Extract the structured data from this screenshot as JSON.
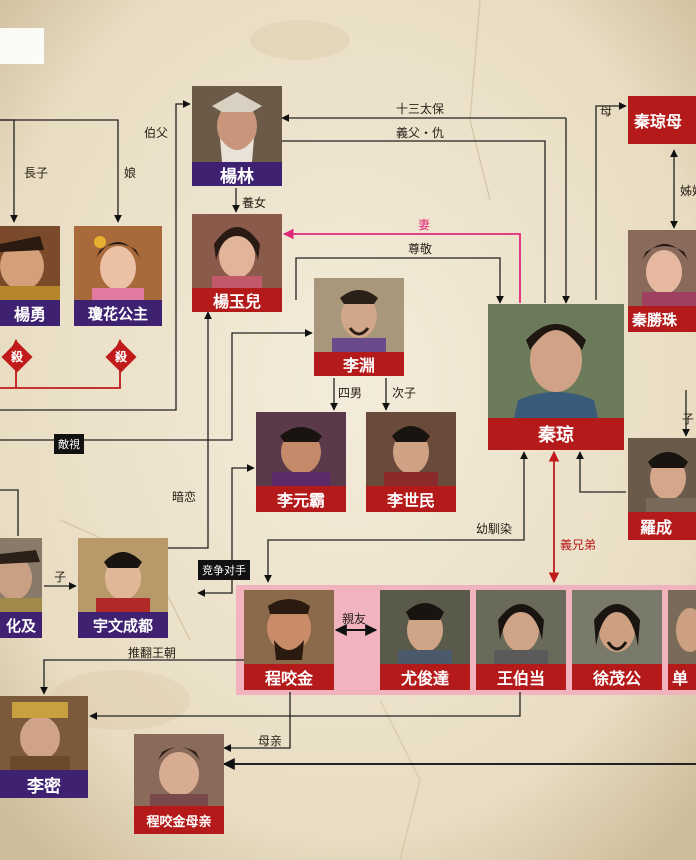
{
  "characters": {
    "yang_lin": "楊林",
    "yang_yu_er": "楊玉兒",
    "yang_yong": "楊勇",
    "qionghua": "瓊花公主",
    "li_yuan": "李淵",
    "qin_qiong": "秦琼",
    "qin_qiong_mu": "秦琼母",
    "qin_sheng_zhu": "秦勝珠",
    "li_yuan_ba": "李元霸",
    "li_shi_min": "李世民",
    "luo_cheng": "羅成",
    "hua_ji": "化及",
    "yu_wen_cheng_du": "宇文成都",
    "cheng_yao_jin": "程咬金",
    "you_jun_da": "尤俊達",
    "wang_bo_dang": "王伯当",
    "xu_mao_gong": "徐茂公",
    "shan": "单",
    "li_mi": "李密",
    "cheng_yao_jin_mu": "程咬金母亲"
  },
  "relations": {
    "shisan_taibao": "十三太保",
    "yifu_chou": "義父・仇",
    "mu": "母",
    "bofu": "伯父",
    "zhangzi": "長子",
    "niang": "娘",
    "yangnu": "養女",
    "qi": "妻",
    "zunjing": "尊敬",
    "zi_mei": "姊妹",
    "sha1": "殺",
    "sha2": "殺",
    "si_nan": "四男",
    "ci_zi": "次子",
    "di_shi": "敵視",
    "an_lian": "暗恋",
    "zi_luo": "子",
    "you_lin_ran": "幼馴染",
    "yi_xiong_di": "義兄弟",
    "zi_hua": "子",
    "jingzheng": "竞争对手",
    "qin_you": "親友",
    "tui_fan": "推翻王朝",
    "mu_qin": "母亲"
  },
  "colors": {
    "red": "#b51a1a",
    "purple": "#3e2170",
    "pink_line": "#e0287a",
    "pink_group": "#f1b4bf"
  }
}
